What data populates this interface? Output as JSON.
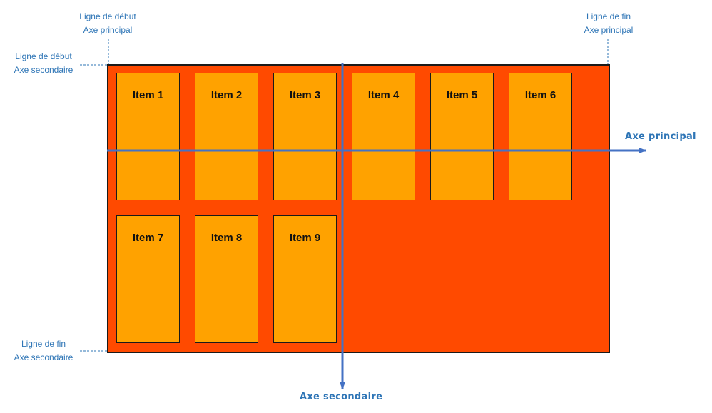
{
  "labels": {
    "main_start": [
      "Ligne de début",
      "Axe principal"
    ],
    "main_end": [
      "Ligne de fin",
      "Axe principal"
    ],
    "cross_start": [
      "Ligne de début",
      "Axe secondaire"
    ],
    "cross_end": [
      "Ligne de fin",
      "Axe secondaire"
    ]
  },
  "axes": {
    "main": "Axe principal",
    "cross": "Axe secondaire"
  },
  "items": [
    "Item 1",
    "Item 2",
    "Item 3",
    "Item 4",
    "Item 5",
    "Item 6",
    "Item 7",
    "Item 8",
    "Item 9"
  ],
  "colors": {
    "container": "#ff4a00",
    "item": "#ffa200",
    "axis": "#4472c4",
    "label": "#2e75b6"
  }
}
